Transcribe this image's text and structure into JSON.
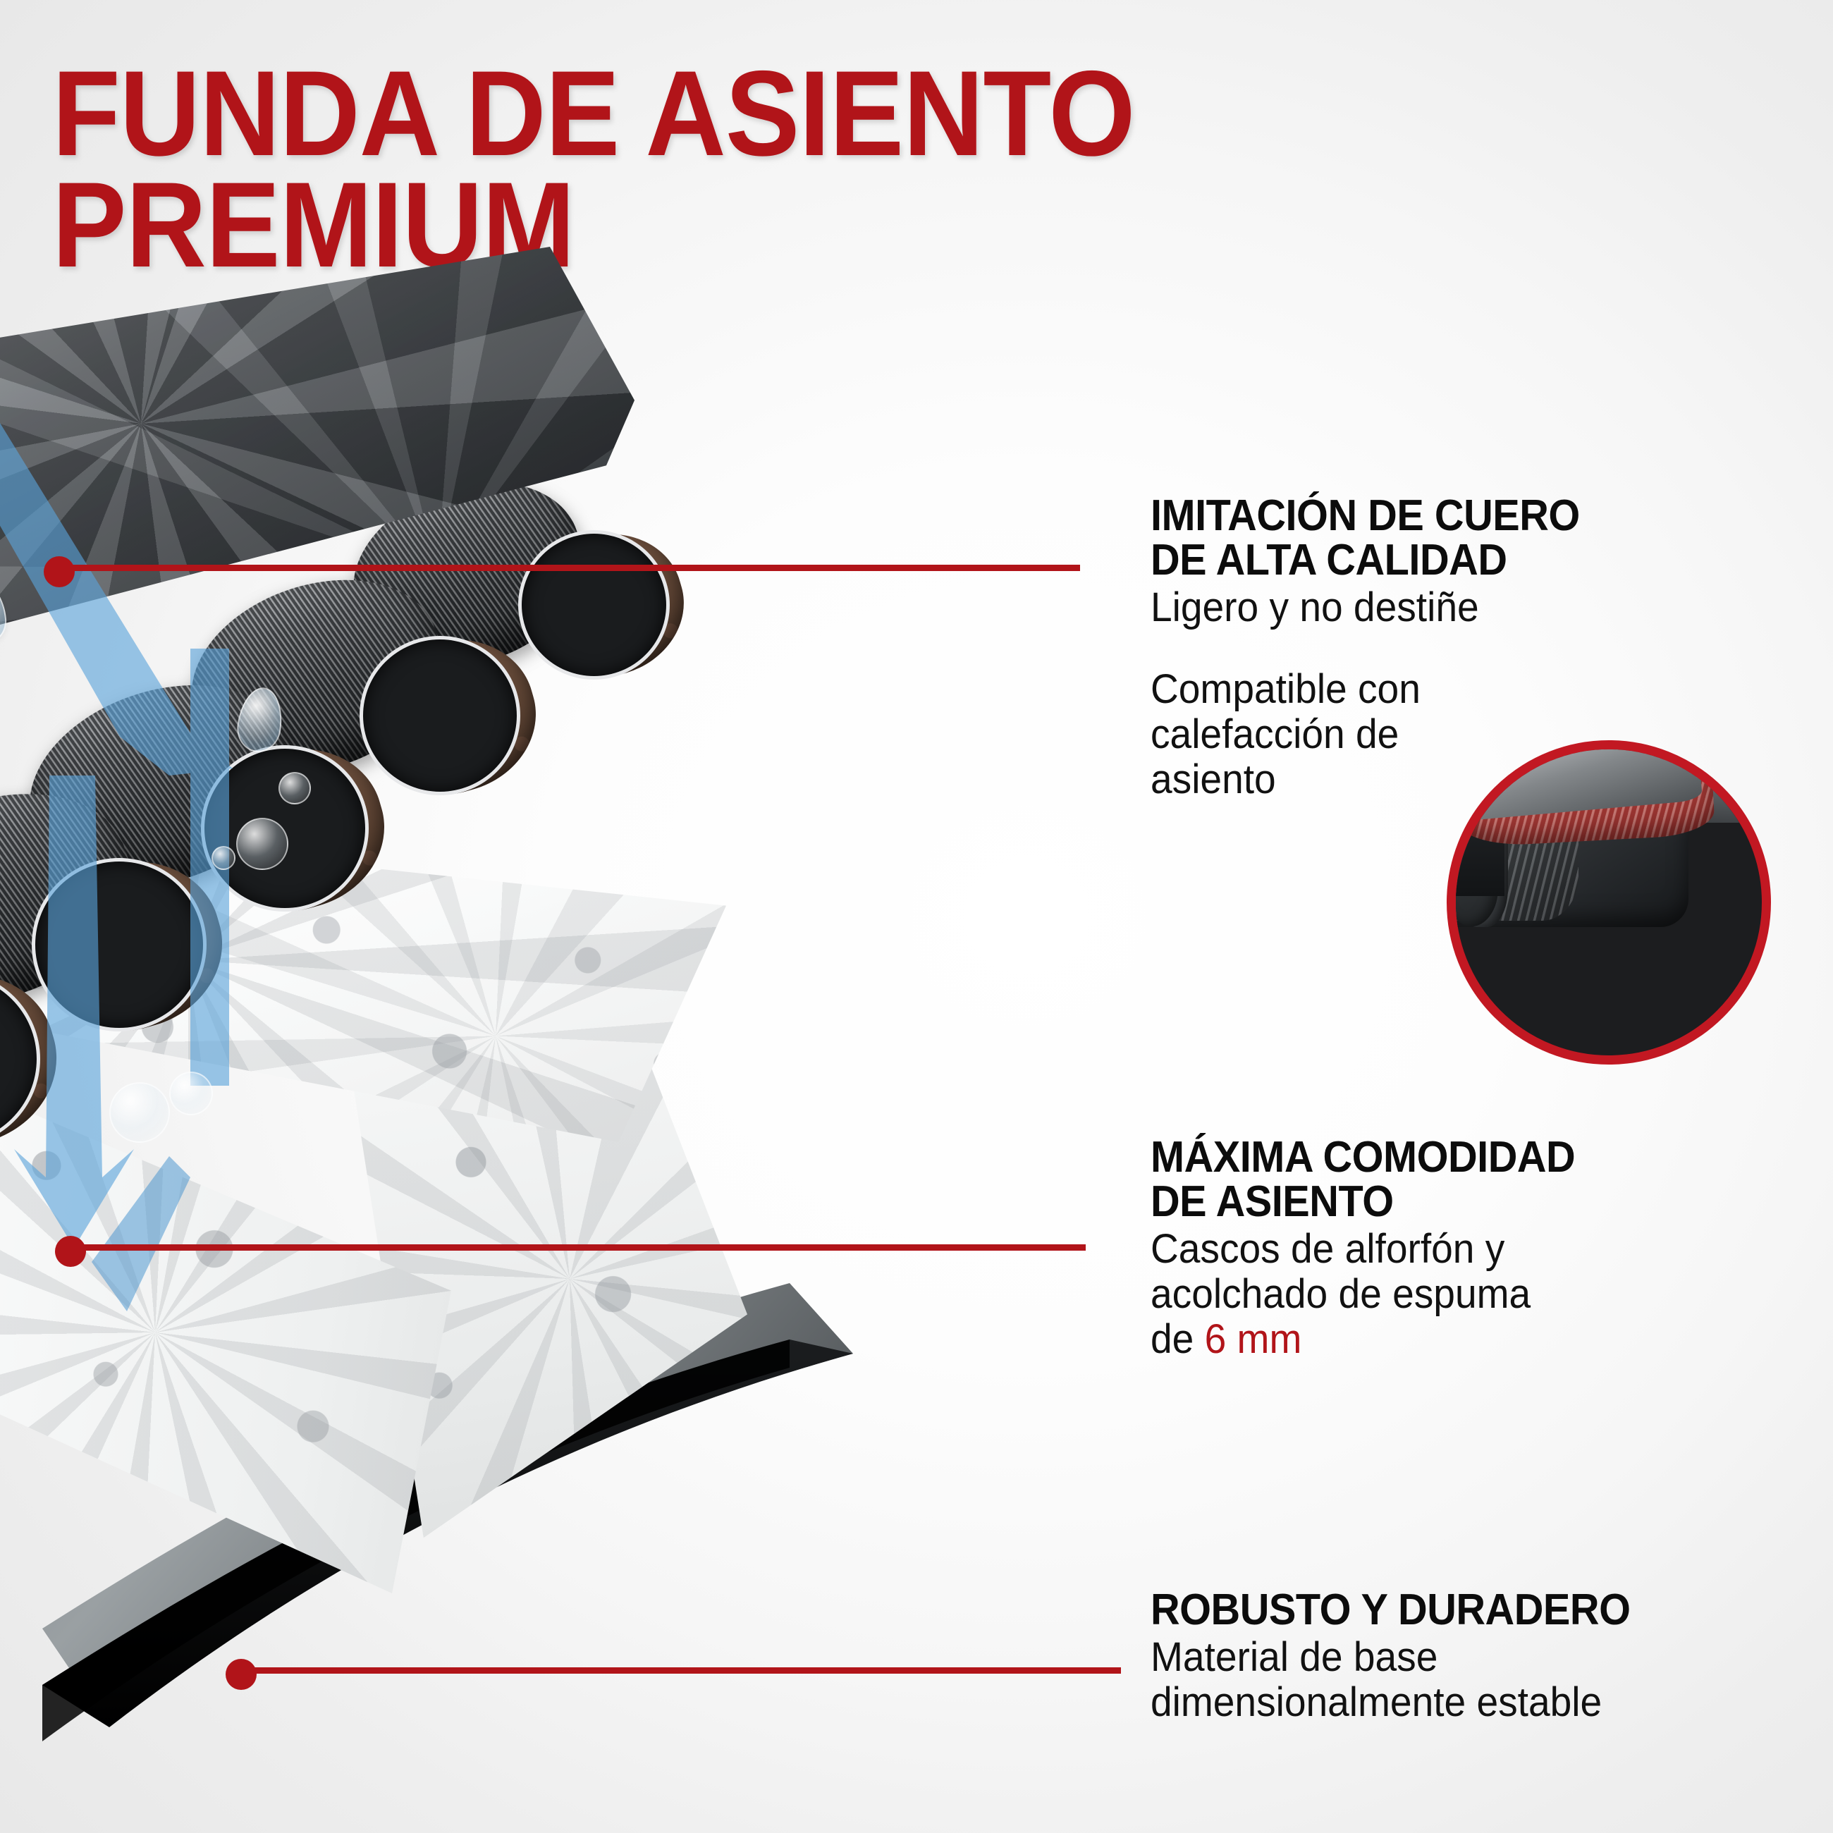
{
  "title": {
    "line1": "FUNDA DE ASIENTO",
    "line2": "PREMIUM",
    "color": "#b11419"
  },
  "colors": {
    "brand_red": "#b11419",
    "inset_ring_red": "#c21822",
    "heading_black": "#0c0c0c",
    "background_edge": "#e8e8e8",
    "background_center": "#ffffff",
    "arrow_blue": "#5ba3da"
  },
  "features": [
    {
      "id": "imitation-leather",
      "heading": "IMITACIÓN DE CUERO\nDE ALTA CALIDAD",
      "body": "Ligero y no destiñe",
      "body2": "Compatible con\ncalefacción de\nasiento"
    },
    {
      "id": "seat-comfort",
      "heading": "MÁXIMA COMODIDAD\nDE ASIENTO",
      "body_pre": "Cascos de alforfón y\nacolchado de espuma\nde ",
      "body_accent": "6 mm",
      "body_post": ""
    },
    {
      "id": "robust-durable",
      "heading": "ROBUSTO Y DURADERO",
      "body": "Material de base\ndimensionalmente estable"
    }
  ],
  "inset": {
    "caption": "",
    "alt": "car-interior-with-red-seat-cover"
  },
  "product": {
    "alt": "seat-cover-layer-cross-section",
    "layers": [
      "imitation-leather-quilted-top",
      "woven-fabric-tubes",
      "buckwheat-hull-filling",
      "foam-padding-block",
      "dimensionally-stable-base-sheet"
    ]
  }
}
